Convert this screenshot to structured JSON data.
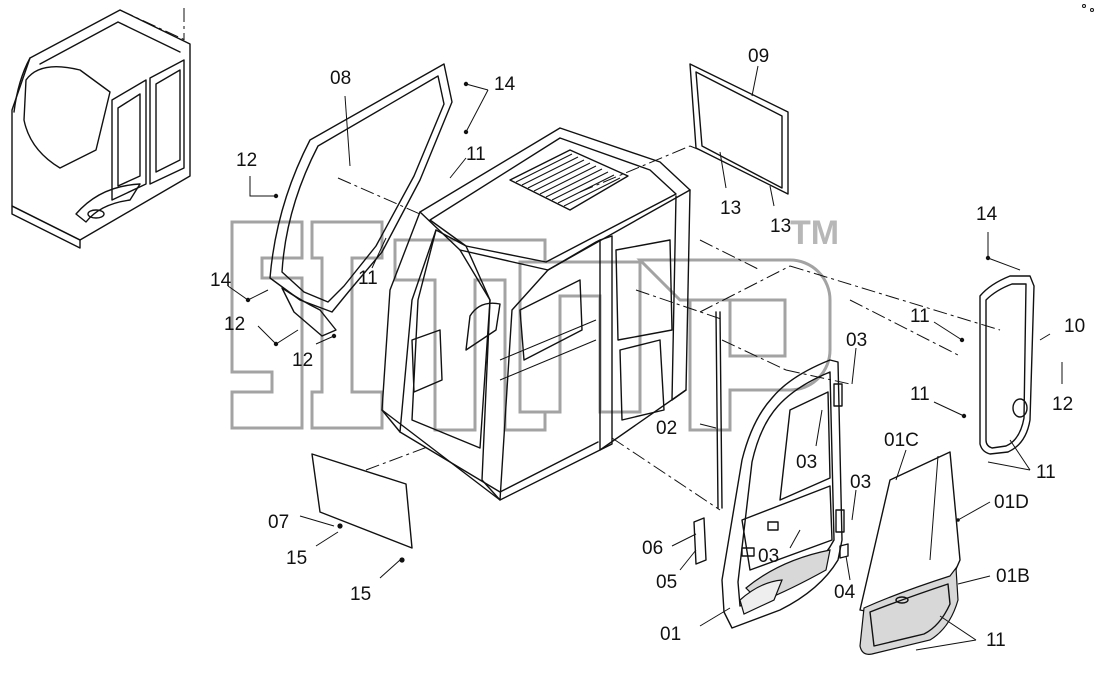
{
  "watermark": {
    "tm": "TM"
  },
  "callouts": [
    {
      "id": "lbl-08",
      "text": "08"
    },
    {
      "id": "lbl-14a",
      "text": "14"
    },
    {
      "id": "lbl-11a",
      "text": "11"
    },
    {
      "id": "lbl-12a",
      "text": "12"
    },
    {
      "id": "lbl-11b",
      "text": "11"
    },
    {
      "id": "lbl-14b",
      "text": "14"
    },
    {
      "id": "lbl-12b",
      "text": "12"
    },
    {
      "id": "lbl-12c",
      "text": "12"
    },
    {
      "id": "lbl-09",
      "text": "09"
    },
    {
      "id": "lbl-13a",
      "text": "13"
    },
    {
      "id": "lbl-13b",
      "text": "13"
    },
    {
      "id": "lbl-14c",
      "text": "14"
    },
    {
      "id": "lbl-11c",
      "text": "11"
    },
    {
      "id": "lbl-10",
      "text": "10"
    },
    {
      "id": "lbl-11d",
      "text": "11"
    },
    {
      "id": "lbl-12d",
      "text": "12"
    },
    {
      "id": "lbl-11e",
      "text": "11"
    },
    {
      "id": "lbl-03a",
      "text": "03"
    },
    {
      "id": "lbl-02",
      "text": "02"
    },
    {
      "id": "lbl-03b",
      "text": "03"
    },
    {
      "id": "lbl-03c",
      "text": "03"
    },
    {
      "id": "lbl-01C",
      "text": "01C"
    },
    {
      "id": "lbl-01D",
      "text": "01D"
    },
    {
      "id": "lbl-01B",
      "text": "01B"
    },
    {
      "id": "lbl-11f",
      "text": "11"
    },
    {
      "id": "lbl-06",
      "text": "06"
    },
    {
      "id": "lbl-05",
      "text": "05"
    },
    {
      "id": "lbl-03d",
      "text": "03"
    },
    {
      "id": "lbl-04",
      "text": "04"
    },
    {
      "id": "lbl-01",
      "text": "01"
    },
    {
      "id": "lbl-07",
      "text": "07"
    },
    {
      "id": "lbl-15a",
      "text": "15"
    },
    {
      "id": "lbl-15b",
      "text": "15"
    }
  ]
}
